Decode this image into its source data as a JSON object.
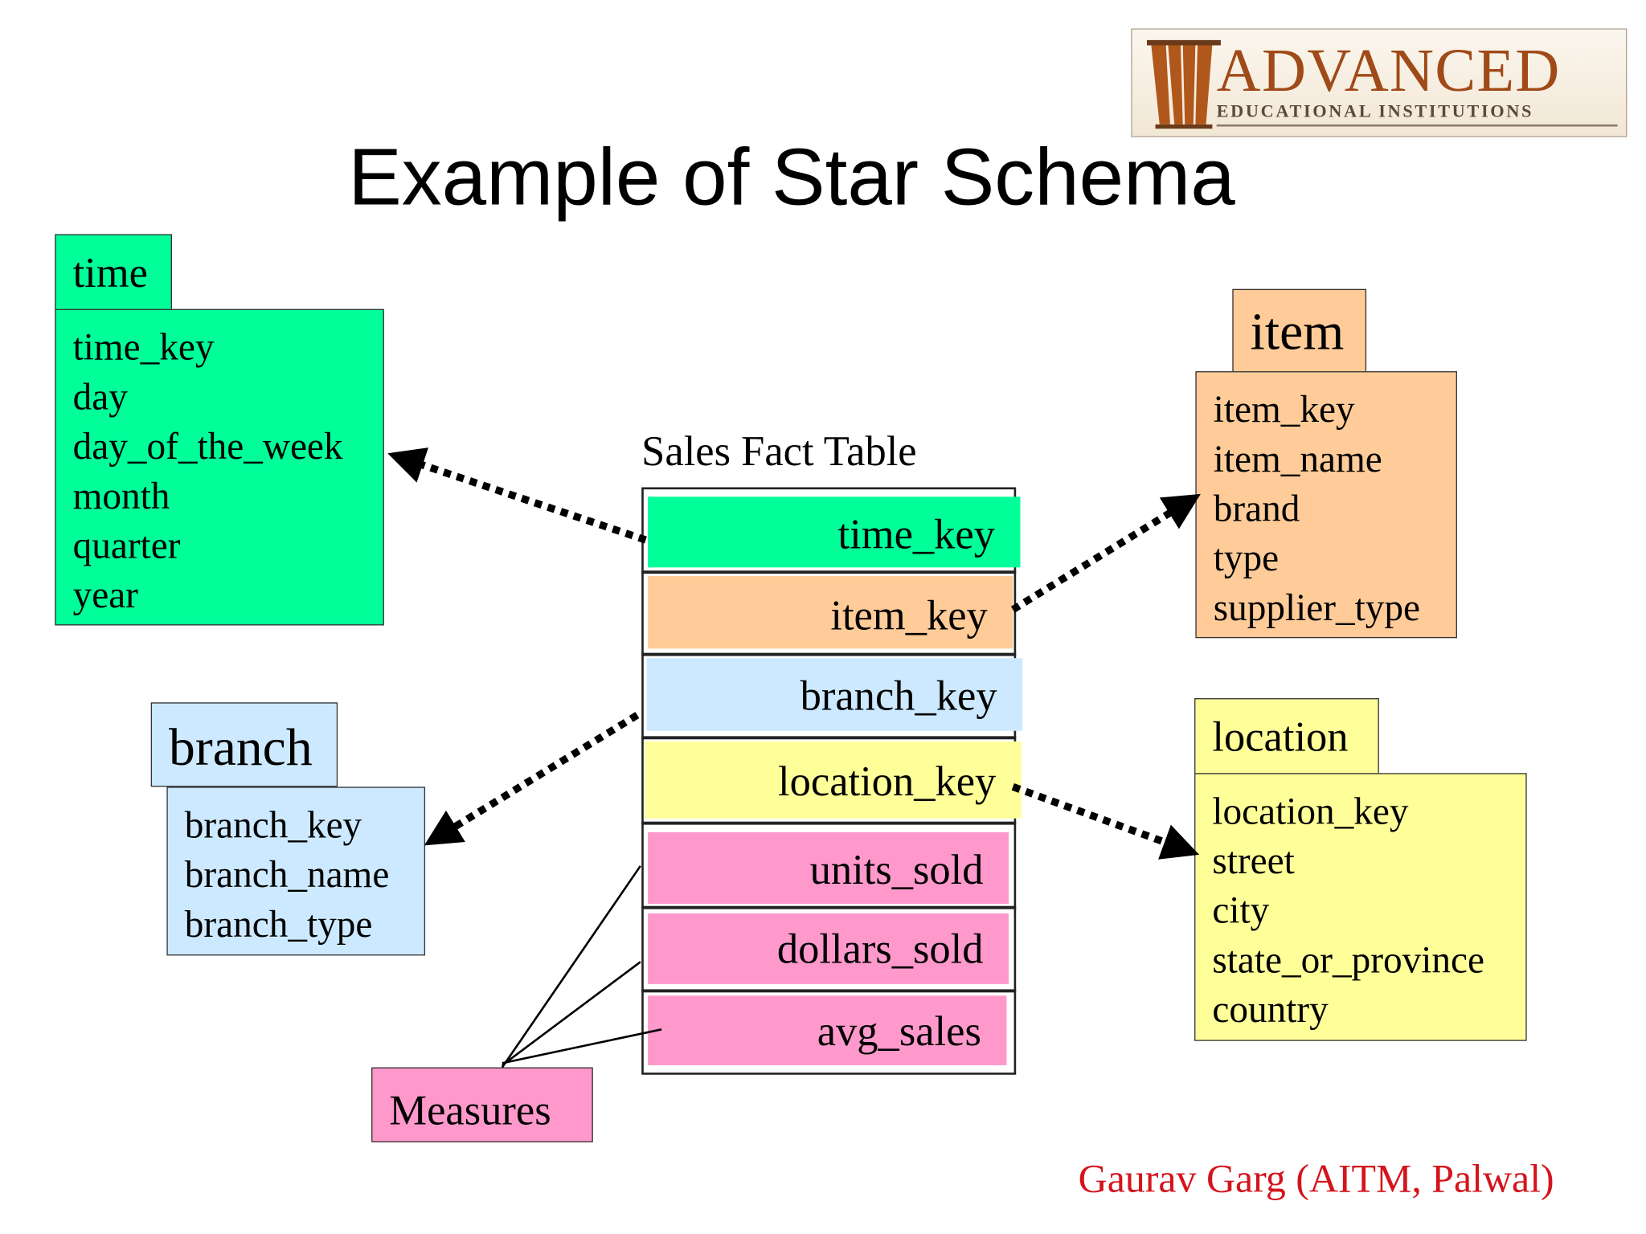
{
  "title": "Example of Star Schema",
  "logo": {
    "name": "ADVANCED",
    "subtitle": "EDUCATIONAL INSTITUTIONS"
  },
  "credit": "Gaurav Garg (AITM, Palwal)",
  "fact_table": {
    "label": "Sales Fact Table",
    "keys": [
      "time_key",
      "item_key",
      "branch_key",
      "location_key"
    ],
    "measures": [
      "units_sold",
      "dollars_sold",
      "avg_sales"
    ]
  },
  "measures_label": "Measures",
  "dimensions": {
    "time": {
      "name": "time",
      "fields": [
        "time_key",
        "day",
        "day_of_the_week",
        "month",
        "quarter",
        "year"
      ],
      "color": "#00ff99"
    },
    "item": {
      "name": "item",
      "fields": [
        "item_key",
        "item_name",
        "brand",
        "type",
        "supplier_type"
      ],
      "color": "#ffcc99"
    },
    "branch": {
      "name": "branch",
      "fields": [
        "branch_key",
        "branch_name",
        "branch_type"
      ],
      "color": "#cce9ff"
    },
    "location": {
      "name": "location",
      "fields": [
        "location_key",
        "street",
        "city",
        "state_or_province",
        "country"
      ],
      "color": "#ffff99"
    }
  },
  "colors": {
    "measure": "#ff99cc",
    "credit": "#d4141c",
    "logo": "#a04a18"
  },
  "icons": {
    "logo_emblem": "columns-emblem-icon"
  }
}
